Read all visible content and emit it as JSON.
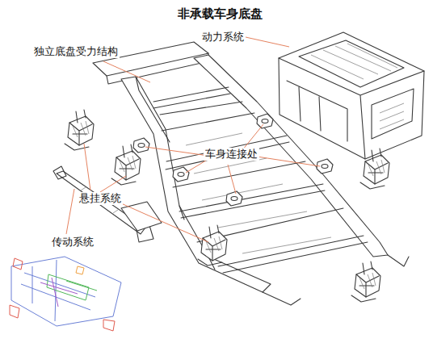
{
  "diagram": {
    "title": "非承载车身底盘",
    "labels": [
      "动力系统",
      "独立底盘受力结构",
      "车身连接处",
      "悬挂系统",
      "传动系统"
    ]
  }
}
